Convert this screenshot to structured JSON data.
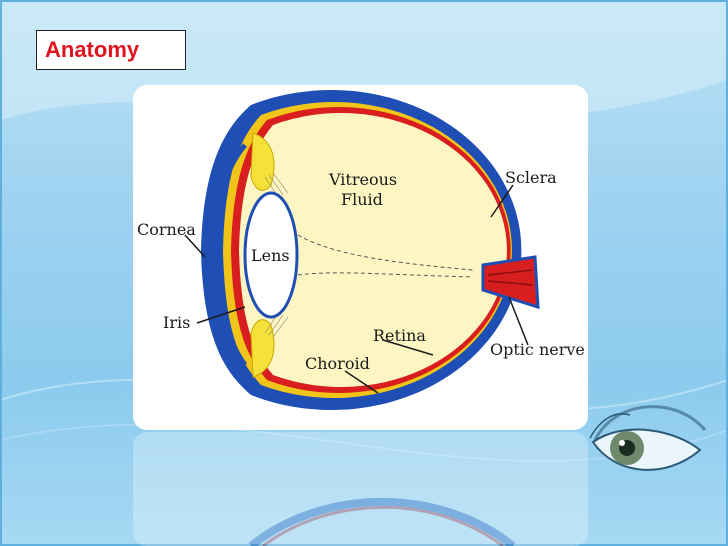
{
  "slide": {
    "title": "Anatomy"
  },
  "diagram": {
    "labels": {
      "vitreous_line1": "Vitreous",
      "vitreous_line2": "Fluid",
      "sclera": "Sclera",
      "cornea": "Cornea",
      "lens": "Lens",
      "iris": "Iris",
      "retina": "Retina",
      "choroid": "Choroid",
      "optic_nerve": "Optic nerve"
    }
  },
  "colors": {
    "title_text": "#e0141e",
    "sclera": "#1f4fb4",
    "choroid": "#d81e1e",
    "retina_layer": "#f0c419",
    "vitreous": "#fdf6c3",
    "iris_ciliary": "#f4e13a"
  }
}
